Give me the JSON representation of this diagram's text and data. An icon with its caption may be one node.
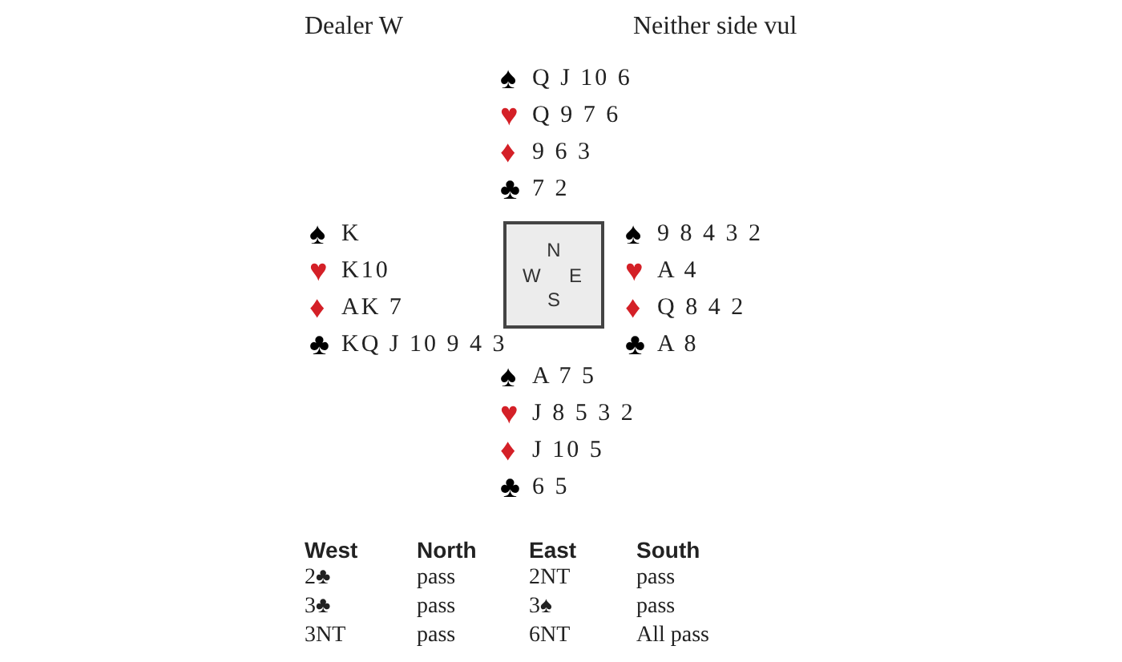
{
  "diagram": {
    "nodes": [
      {
        "text": [
          "N",
          "W",
          "E",
          "S"
        ]
      }
    ],
    "edges": [],
    "labels": [
      "Dealer W",
      "Neither side vul",
      "♠ Q J 10 6",
      "♥ Q 9 7 6",
      "♦ 9 6 3",
      "♣ 7 2",
      "♠ K",
      "♥ K10",
      "♦ AK 7",
      "♣ KQ J 10 9 4 3",
      "♠ 9 8 4 3 2",
      "♥ A 4",
      "♦ Q 8 4 2",
      "♣ A 8",
      "♠ A 7 5",
      "♥ J 8 5 3 2",
      "♦ J 10 5",
      "♣ 6 5",
      "West",
      "North",
      "East",
      "South",
      "2♣",
      "pass",
      "2NT",
      "pass",
      "3♣",
      "pass",
      "3♠",
      "pass",
      "3NT",
      "pass",
      "6NT",
      "All pass"
    ]
  }
}
